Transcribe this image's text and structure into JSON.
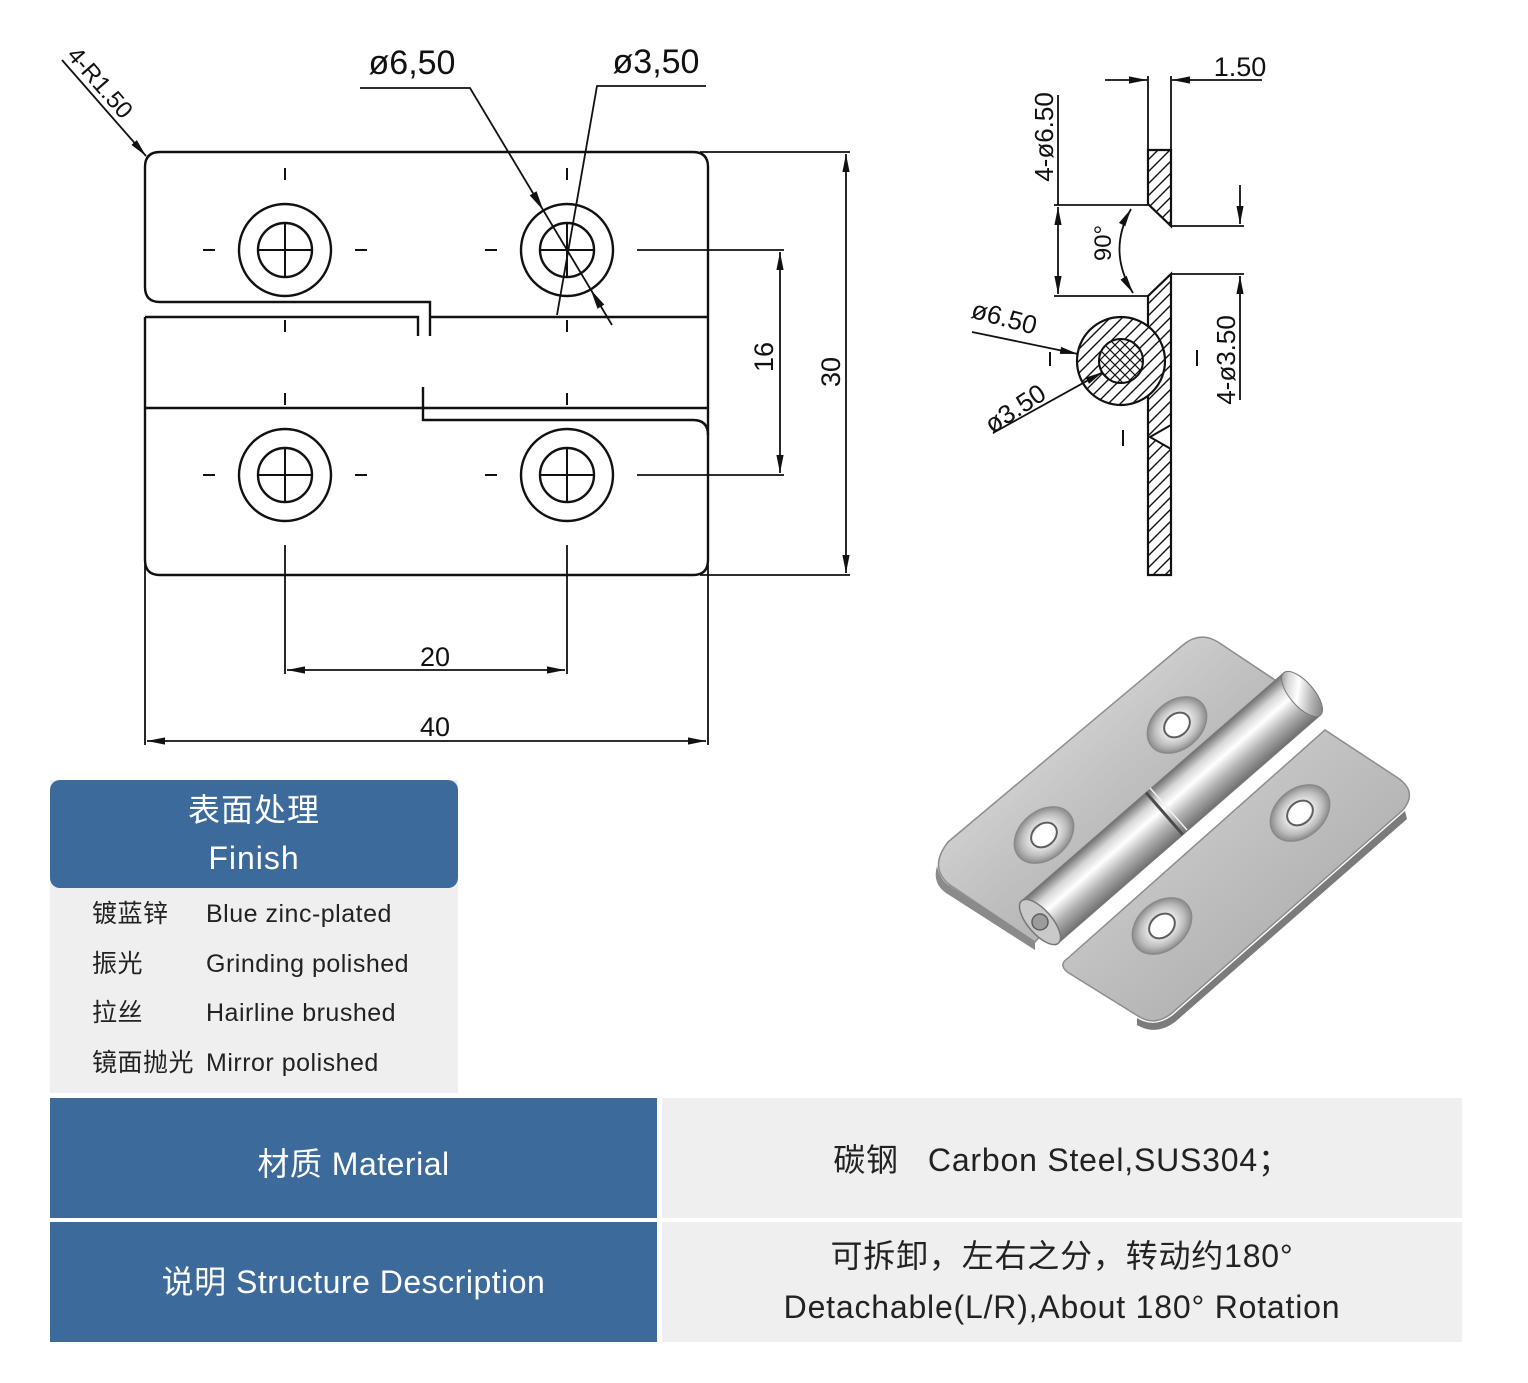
{
  "drawing": {
    "front_view": {
      "corner_radius_label": "4-R1.50",
      "countersink_label": "ø6,50",
      "hole_label": "ø3,50",
      "dim_hole_pitch_vertical": "16",
      "dim_height": "30",
      "dim_hole_pitch_horizontal": "20",
      "dim_width": "40"
    },
    "side_view": {
      "thickness_label": "1.50",
      "countersink_label": "4-ø6.50",
      "countersink_angle": "90°",
      "pin_outer_label": "ø6.50",
      "pin_inner_label": "ø3.50",
      "hole_label": "4-ø3.50"
    }
  },
  "finish": {
    "title_cn": "表面处理",
    "title_en": "Finish",
    "options": [
      {
        "cn": "镀蓝锌",
        "en": "Blue zinc-plated"
      },
      {
        "cn": "振光",
        "en": "Grinding polished"
      },
      {
        "cn": "拉丝",
        "en": "Hairline brushed"
      },
      {
        "cn": "镜面抛光",
        "en": "Mirror polished"
      }
    ]
  },
  "specs": [
    {
      "label": "材质 Material",
      "value_lines": [
        "碳钢   Carbon Steel,SUS304；"
      ]
    },
    {
      "label": "说明 Structure Description",
      "value_lines": [
        "可拆卸，左右之分，转动约180°",
        "Detachable(L/R),About 180° Rotation"
      ]
    }
  ],
  "colors": {
    "header_blue": "#3c6a9b",
    "cell_gray": "#efefef",
    "text_dark": "#222222",
    "line_black": "#111111"
  }
}
